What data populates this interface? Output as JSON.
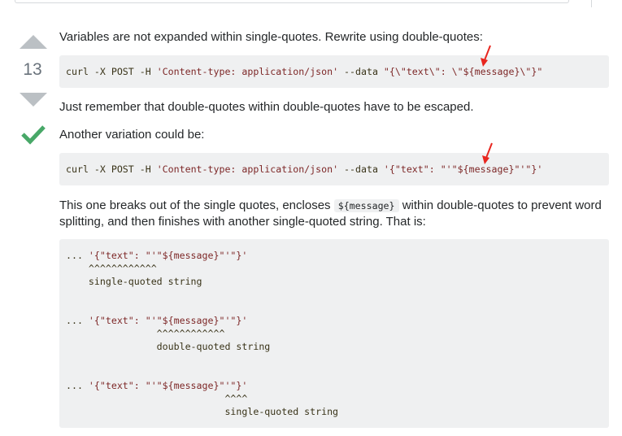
{
  "vote": {
    "count": "13"
  },
  "post": {
    "p1": "Variables are not expanded within single-quotes. Rewrite using double-quotes:",
    "code1": {
      "cmd": "curl -X POST -H ",
      "header_str": "'Content-type: application/json'",
      "data_flag": " --data ",
      "data_str": "\"{\\\"text\\\": \\\"${message}\\\"}\""
    },
    "p2": "Just remember that double-quotes within double-quotes have to be escaped.",
    "p3": "Another variation could be:",
    "code2": {
      "cmd": "curl -X POST -H ",
      "header_str": "'Content-type: application/json'",
      "data_flag": " --data ",
      "data_str": "'{\"text\": \"'\"${message}\"'\"}'"
    },
    "p4_before": "This one breaks out of the single quotes, encloses ",
    "p4_code": "${message}",
    "p4_after": " within double-quotes to prevent word splitting, and then finishes with another single-quoted string. That is:",
    "code3": {
      "block1_line1_prefix": "... ",
      "block1_line1_str": "'{\"text\": \"'\"${message}\"'\"}'",
      "block1_marks": "    ^^^^^^^^^^^^",
      "block1_label": "    single-quoted string",
      "block2_line1_prefix": "... ",
      "block2_line1_str": "'{\"text\": \"'\"${message}\"'\"}'",
      "block2_marks": "                ^^^^^^^^^^^^",
      "block2_label": "                double-quoted string",
      "block3_line1_prefix": "... ",
      "block3_line1_str": "'{\"text\": \"'\"${message}\"'\"}'",
      "block3_marks": "                            ^^^^",
      "block3_label": "                            single-quoted string"
    }
  },
  "colors": {
    "accepted": "#48a868",
    "annotation_arrow": "#e8261f",
    "code_bg": "#eff0f1",
    "string": "#7d2727"
  }
}
